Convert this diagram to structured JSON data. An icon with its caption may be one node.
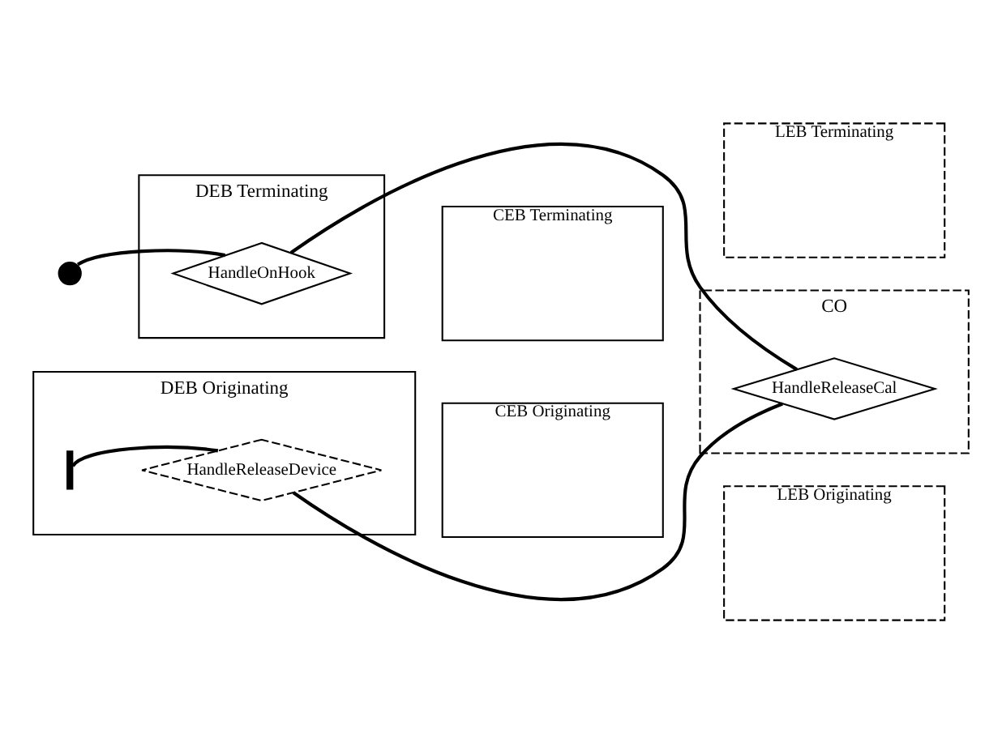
{
  "diagram": {
    "nodes": [
      {
        "text": [
          "DEB Originating"
        ]
      },
      {
        "text": [
          "HandleReleaseDevice"
        ],
        "in": 0
      },
      {
        "text": [],
        "shape": "bar",
        "in": 0
      },
      {
        "text": [
          "CEB Originating"
        ]
      },
      {
        "text": [
          "LEB Originating"
        ]
      },
      {
        "text": [
          "CO"
        ]
      },
      {
        "text": [
          "HandleReleaseCal"
        ],
        "in": 5
      },
      {
        "text": [
          "DEB Terminating"
        ]
      },
      {
        "text": [],
        "shape": "circle"
      },
      {
        "text": [
          "HandleOnHook"
        ],
        "in": 7
      },
      {
        "text": [
          "CEB Terminating"
        ]
      },
      {
        "text": [
          "LEB Terminating"
        ]
      }
    ],
    "edges": [
      {
        "from": 8,
        "to": 9,
        "arrow": "none"
      },
      {
        "from": 9,
        "to": 6,
        "arrow": "none"
      },
      {
        "from": 6,
        "to": 1,
        "arrow": "none"
      },
      {
        "from": 1,
        "to": 2,
        "arrow": "none"
      }
    ]
  }
}
